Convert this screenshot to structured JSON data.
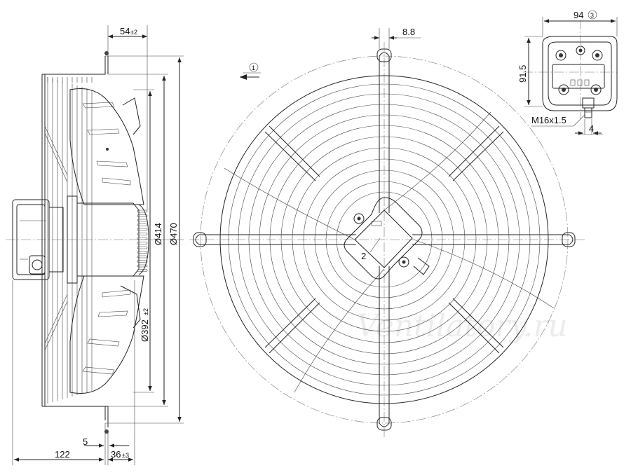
{
  "side_view": {
    "dim_54": "54",
    "dim_54_tol": "±2",
    "dim_414": "Ø414",
    "dim_470": "Ø470",
    "dim_392": "Ø392",
    "dim_392_tol": "±2",
    "dim_5": "5",
    "dim_122": "122",
    "dim_36": "36",
    "dim_36_tol": "±3"
  },
  "front_view": {
    "dim_8_8": "8.8",
    "callout_1": "1",
    "callout_2": "2"
  },
  "terminal_box": {
    "dim_94": "94",
    "callout_3": "3",
    "dim_91_5": "91.5",
    "thread_label": "M16x1.5",
    "callout_4": "4"
  },
  "watermark": "Ventilatory.ru"
}
